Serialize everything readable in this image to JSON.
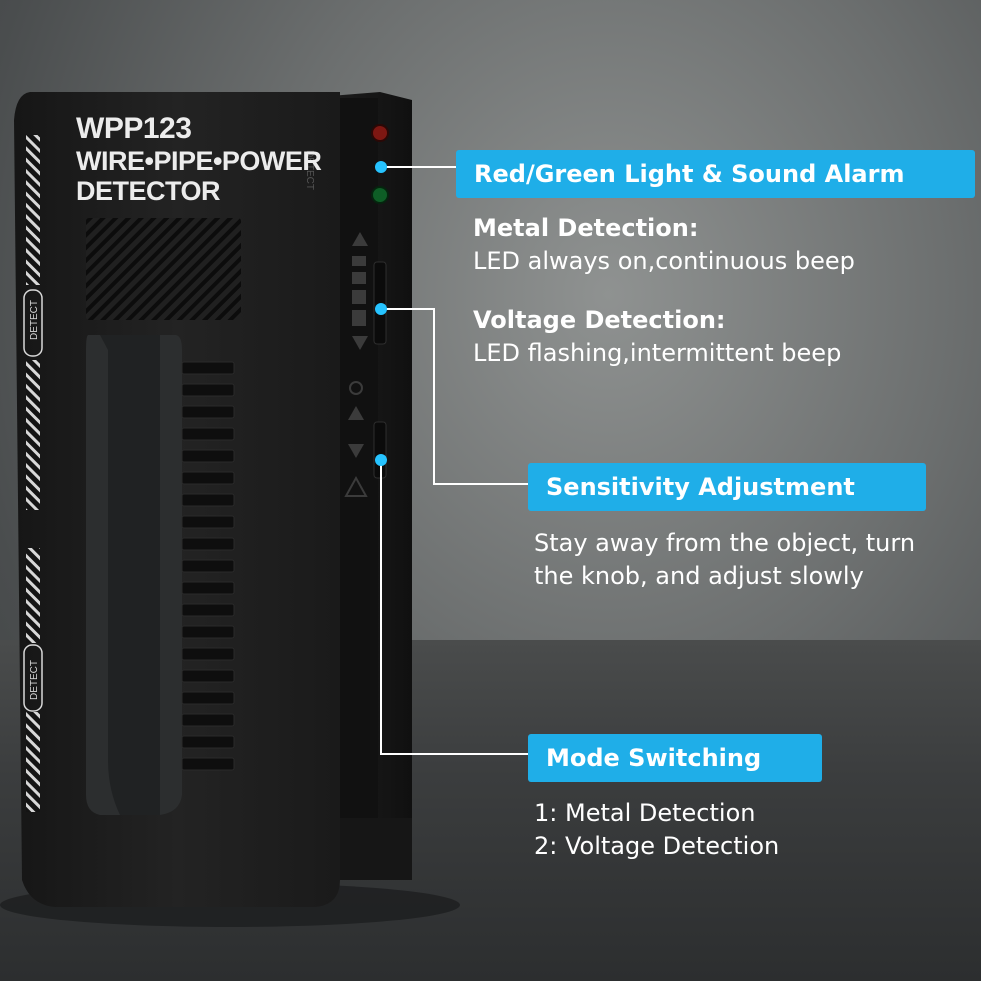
{
  "device": {
    "model": "WPP123",
    "subtitle_line1": "WIRE•PIPE•POWER",
    "subtitle_line2": "DETECTOR",
    "side_label_top": "DETECT",
    "side_label_bottom": "DETECT",
    "panel_label": "DETECT"
  },
  "callouts": {
    "alarm": {
      "title": "Red/Green Light & Sound Alarm",
      "metal_heading": "Metal Detection:",
      "metal_text": "LED always on,continuous beep",
      "voltage_heading": "Voltage Detection:",
      "voltage_text": "LED flashing,intermittent beep"
    },
    "sensitivity": {
      "title": "Sensitivity Adjustment",
      "line1": "Stay away from the object, turn",
      "line2": "the knob, and adjust slowly"
    },
    "mode": {
      "title": "Mode Switching",
      "line1": "1: Metal Detection",
      "line2": "2: Voltage Detection"
    }
  },
  "colors": {
    "accent": "#1faee8",
    "led_red": "#8a1a14",
    "led_green": "#0f6a2a",
    "pointer_dot": "#26c3ff"
  }
}
